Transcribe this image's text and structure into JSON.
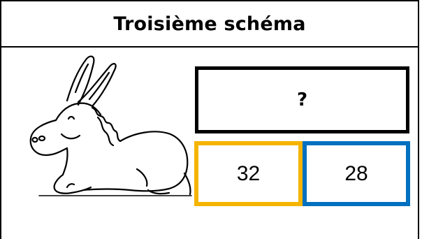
{
  "header": {
    "title": "Troisième schéma"
  },
  "illustration": {
    "icon": "donkey-icon"
  },
  "schema": {
    "total": "?",
    "parts": [
      {
        "value": "32",
        "color": "#f5b400"
      },
      {
        "value": "28",
        "color": "#0070c0"
      }
    ],
    "total_border_color": "#000000"
  }
}
